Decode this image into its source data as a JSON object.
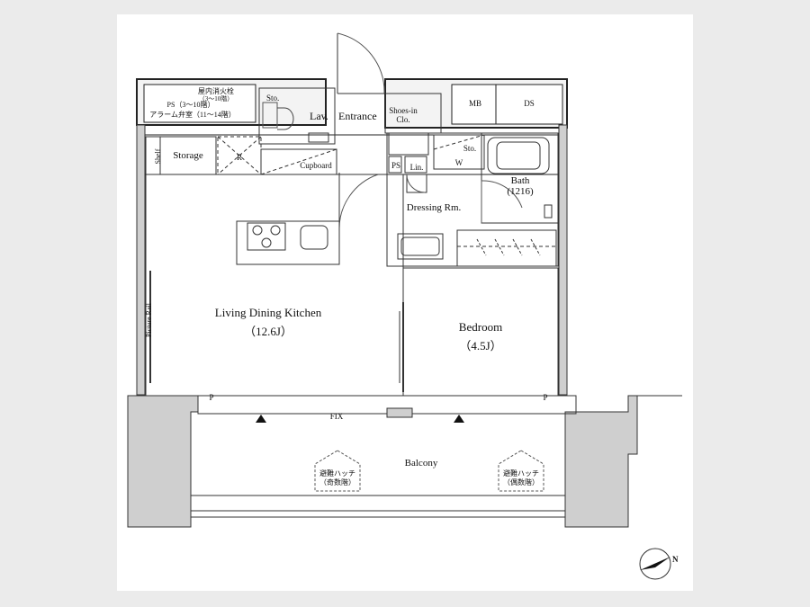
{
  "labels": {
    "ps_top": "屋内消火栓",
    "ps_top2": "（3～10階）",
    "ps_main": "PS（3～10階）",
    "ps_alarm": "アラーム弁室（11～14階）",
    "sto_lav": "Sto.",
    "lav": "Lav.",
    "entrance": "Entrance",
    "shoes_in_1": "Shoes-in",
    "shoes_in_2": "Clo.",
    "mb": "MB",
    "ds": "DS",
    "shelf": "Shelf",
    "storage": "Storage",
    "r": "R",
    "cupboard": "Cupboard",
    "ps_small": "PS",
    "lin": "Lin.",
    "sto_dress": "Sto.",
    "w": "W",
    "bath": "Bath",
    "bath_size": "(1216)",
    "dressing": "Dressing Rm.",
    "picture_rail": "Picture Rail",
    "ldk": "Living Dining Kitchen",
    "ldk_size": "（12.6J）",
    "bedroom": "Bedroom",
    "bedroom_size": "（4.5J）",
    "p_left": "P",
    "p_right": "P",
    "fix": "FIX",
    "balcony": "Balcony",
    "hatch_left_1": "避難ハッチ",
    "hatch_left_2": "（奇数階）",
    "hatch_right_1": "避難ハッチ",
    "hatch_right_2": "（偶数階）",
    "north": "N"
  }
}
